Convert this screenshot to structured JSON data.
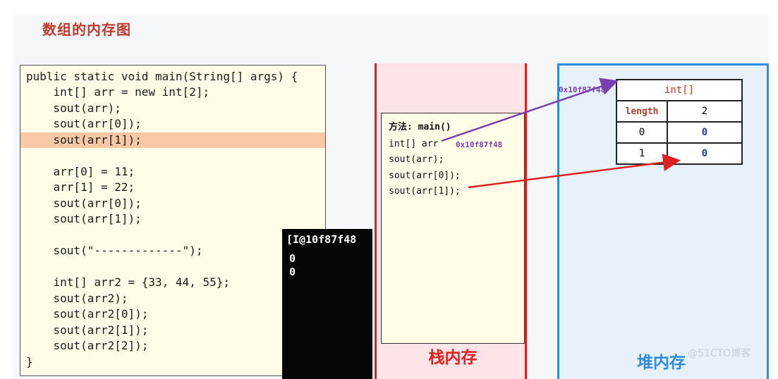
{
  "slide": {
    "title": "数组的内存图"
  },
  "code": {
    "lines": [
      "public static void main(String[] args) {",
      "    int[] arr = new int[2];",
      "    sout(arr);",
      "    sout(arr[0]);",
      "    sout(arr[1]);",
      "",
      "    arr[0] = 11;",
      "    arr[1] = 22;",
      "    sout(arr[0]);",
      "    sout(arr[1]);",
      "",
      "    sout(\"-------------\");",
      "",
      "    int[] arr2 = {33, 44, 55};",
      "    sout(arr2);",
      "    sout(arr2[0]);",
      "    sout(arr2[1]);",
      "    sout(arr2[2]);",
      "}"
    ],
    "highlight_line": 4
  },
  "console": {
    "lines": [
      "[I@10f87f48",
      "0",
      "0"
    ]
  },
  "stack": {
    "label": "栈内存",
    "frame_title": "方法: main()",
    "frame_lines": [
      "int[] arr",
      "sout(arr);",
      "sout(arr[0]);",
      "sout(arr[1]);"
    ],
    "arr_address": "0x10f87f48"
  },
  "heap": {
    "label": "堆内存",
    "object_address": "0x10f87f48",
    "array": {
      "header": "int[]",
      "length_label": "length",
      "length_value": "2",
      "rows": [
        {
          "index": "0",
          "value": "0"
        },
        {
          "index": "1",
          "value": "0"
        }
      ]
    }
  },
  "watermark": "@51CTO博客",
  "colors": {
    "title": "#c0392b",
    "stack_border": "#e02020",
    "heap_border": "#2f8be0",
    "highlight": "#f8c7a4",
    "arrow_purple": "#7b3fb0",
    "arrow_red": "#e02020"
  }
}
